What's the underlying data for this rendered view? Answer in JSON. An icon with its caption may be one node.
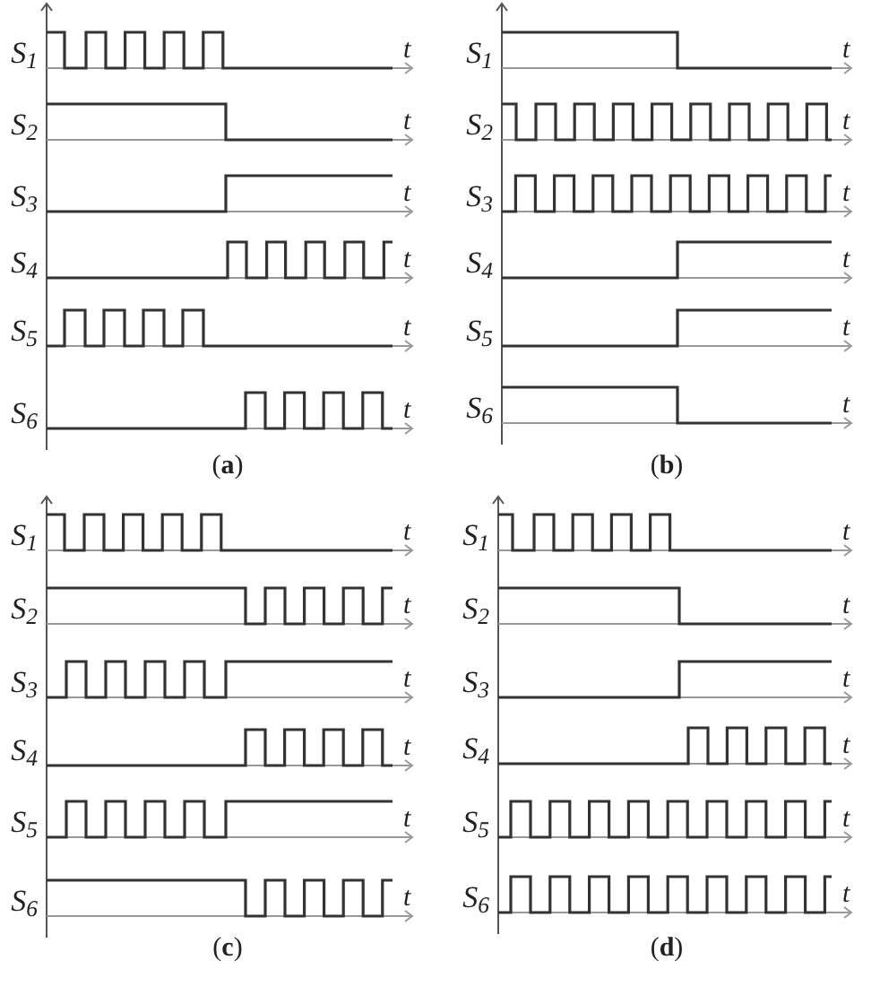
{
  "diagram": {
    "labels": [
      "S$_{1}$",
      "t",
      "S$_{2}$",
      "t",
      "S$_{3}$",
      "t",
      "S$_{4}$",
      "t",
      "S$_{5}$",
      "t",
      "S$_{6}$",
      "t",
      "(**a**)",
      "S$_{1}$",
      "t",
      "S$_{2}$",
      "t",
      "S$_{3}$",
      "t",
      "S$_{4}$",
      "t",
      "S$_{5}$",
      "t",
      "S$_{6}$",
      "t",
      "(**b**)",
      "S$_{1}$",
      "t",
      "S$_{2}$",
      "t",
      "S$_{3}$",
      "t",
      "S$_{4}$",
      "t",
      "S$_{5}$",
      "t",
      "S$_{6}$",
      "t",
      "(**c**)",
      "S$_{1}$",
      "t",
      "S$_{2}$",
      "t",
      "S$_{3}$",
      "t",
      "S$_{4}$",
      "t",
      "S$_{5}$",
      "t",
      "S$_{6}$",
      "t",
      "(**d**)"
    ]
  }
}
